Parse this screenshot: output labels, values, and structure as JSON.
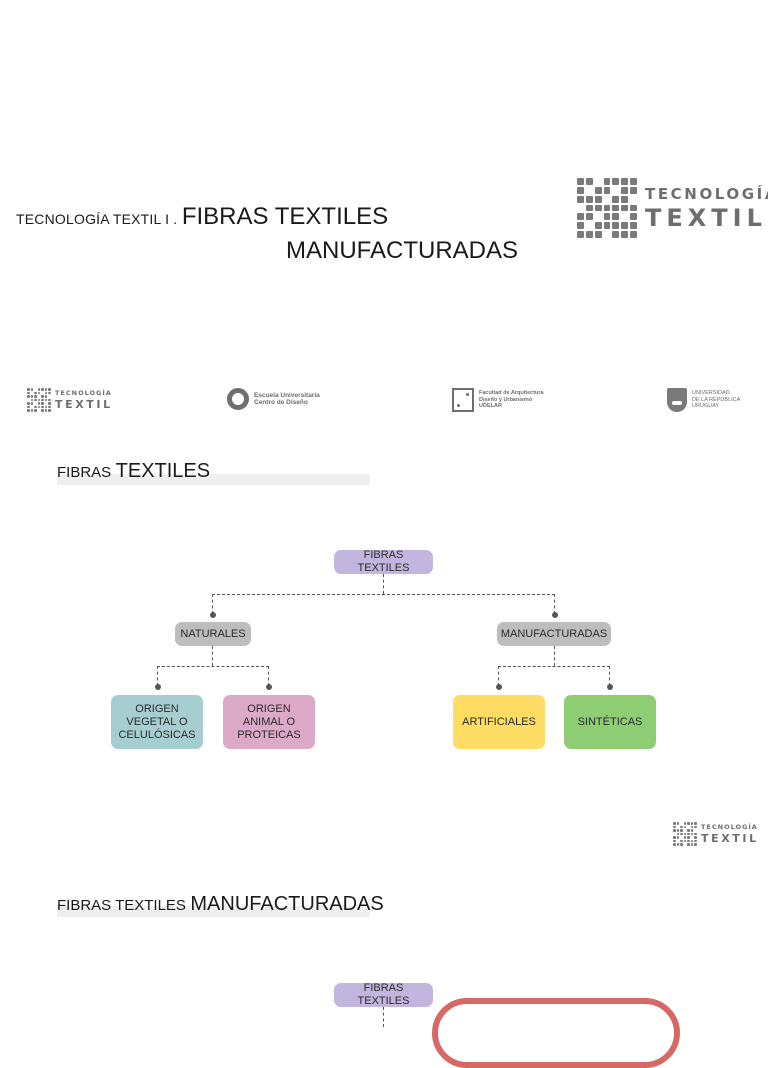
{
  "cover": {
    "prefix": "TECNOLOGÍA TEXTIL I .",
    "title_line1": "FIBRAS TEXTILES",
    "title_line2": "MANUFACTURADAS"
  },
  "logo": {
    "line1": "TECNOLOGÍA",
    "line2": "TEXTIL"
  },
  "partners": {
    "cdd": {
      "line1": "Escuela Universitaria",
      "line2": "Centro de Diseño"
    },
    "fadu": {
      "line1": "Facultad de Arquitectura",
      "line2": "Diseño y Urbanismo",
      "line3": "UDELAR"
    },
    "udelar": {
      "line1": "UNIVERSIDAD",
      "line2": "DE LA REPÚBLICA",
      "line3": "URUGUAY"
    }
  },
  "section1": {
    "heading_small": "FIBRAS",
    "heading_big": "TEXTILES",
    "diagram": {
      "root": "FIBRAS TEXTILES",
      "naturales": "NATURALES",
      "manufacturadas": "MANUFACTURADAS",
      "vegetal": "ORIGEN VEGETAL O CELULÓSICAS",
      "animal": "ORIGEN ANIMAL O PROTEICAS",
      "artificiales": "ARTIFICIALES",
      "sinteticas": "SINTÉTICAS"
    }
  },
  "section2": {
    "heading_small": "FIBRAS TEXTILES",
    "heading_big": "MANUFACTURADAS",
    "root": "FIBRAS TEXTILES"
  },
  "colors": {
    "lilac": "#c2b6de",
    "grey": "#bdbdbd",
    "teal": "#a6cdd0",
    "pink": "#dca9c6",
    "yellow": "#ffdc63",
    "green": "#8fcd74",
    "red": "#d86868"
  }
}
